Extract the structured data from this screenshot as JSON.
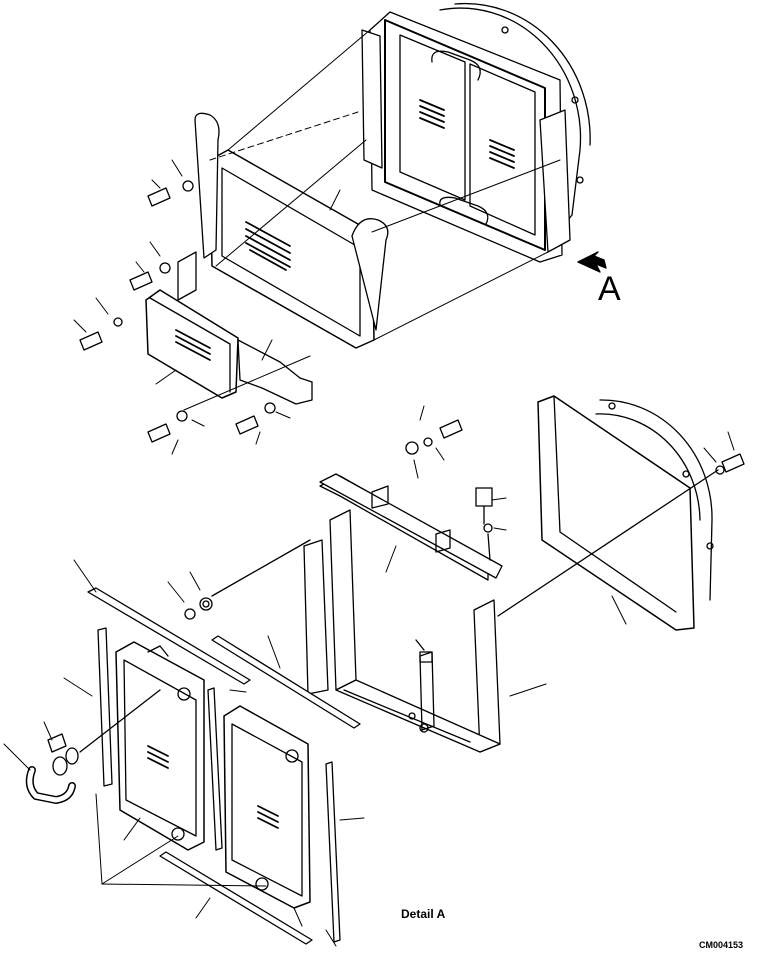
{
  "labels": {
    "view_marker": "A",
    "detail_caption": "Detail A",
    "drawing_code": "CM004153"
  }
}
